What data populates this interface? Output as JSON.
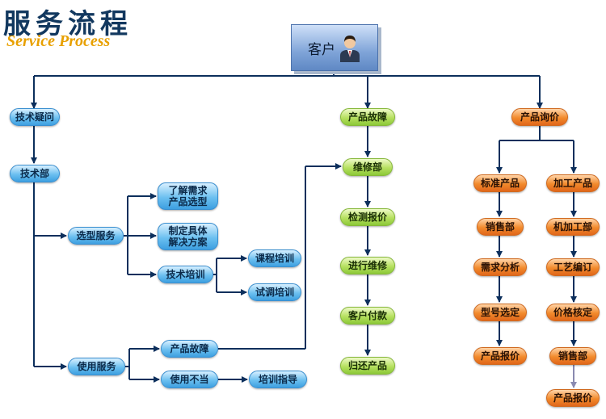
{
  "title": {
    "cn": "服务流程",
    "en": "Service Process"
  },
  "customer": {
    "label": "客户",
    "icon": "person-icon"
  },
  "colors": {
    "blue": "#3d9fe0",
    "green": "#8cc838",
    "orange": "#e0661a",
    "line": "#0c2f5c"
  },
  "nodes": {
    "tech_query": "技术疑问",
    "tech_dept": "技术部",
    "selection_service": "选型服务",
    "understand_needs": "了解需求产品选型",
    "make_solution": "制定具体解决方案",
    "tech_training": "技术培训",
    "course_training": "课程培训",
    "debug_training": "试调培训",
    "usage_service": "使用服务",
    "product_fault_left": "产品故障",
    "improper_use": "使用不当",
    "training_guidance": "培训指导",
    "product_fault": "产品故障",
    "repair_dept": "维修部",
    "inspect_quote": "检测报价",
    "perform_repair": "进行维修",
    "customer_payment": "客户付款",
    "return_product": "归还产品",
    "product_inquiry": "产品询价",
    "standard_product": "标准产品",
    "sales_dept_1": "销售部",
    "needs_analysis": "需求分析",
    "model_selection": "型号选定",
    "product_quote_1": "产品报价",
    "processed_product": "加工产品",
    "machining_dept": "机加工部",
    "process_planning": "工艺编订",
    "price_check": "价格核定",
    "sales_dept_2": "销售部",
    "product_quote_2": "产品报价"
  }
}
